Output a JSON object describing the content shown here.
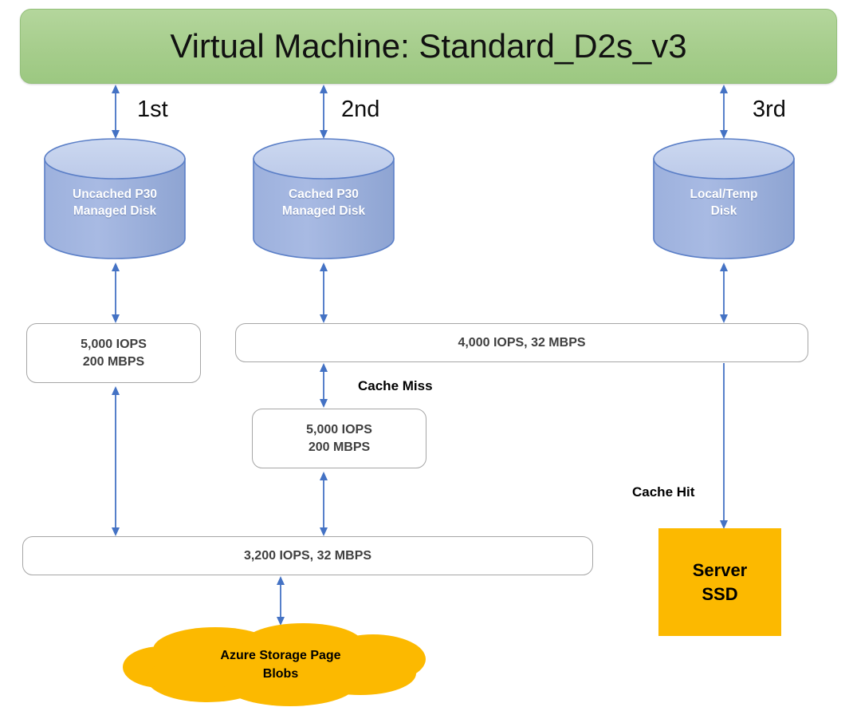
{
  "diagram": {
    "title": "Virtual Machine: Standard_D2s_v3",
    "accent_green": "#a6cd8c",
    "accent_blue": "#8faadc",
    "accent_orange": "#fcb900",
    "arrow_color": "#4472c4",
    "box_border": "#a6a6a6"
  },
  "vm": {
    "label": "Virtual Machine: Standard_D2s_v3"
  },
  "ordinals": [
    {
      "label": "1st"
    },
    {
      "label": "2nd"
    },
    {
      "label": "3rd"
    }
  ],
  "disks": [
    {
      "line1": "Uncached P30",
      "line2": "Managed Disk"
    },
    {
      "line1": "Cached P30",
      "line2": "Managed Disk"
    },
    {
      "line1": "Local/Temp",
      "line2": "Disk"
    }
  ],
  "metrics": {
    "uncached_disk_limit": {
      "line1": "5,000 IOPS",
      "line2": "200 MBPS"
    },
    "vm_cached_limit": {
      "line1": "4,000 IOPS, 32 MBPS"
    },
    "cached_disk_limit": {
      "line1": "5,000 IOPS",
      "line2": "200 MBPS"
    },
    "vm_uncached_limit": {
      "line1": "3,200 IOPS, 32 MBPS"
    }
  },
  "cache_labels": {
    "miss": "Cache Miss",
    "hit": "Cache Hit"
  },
  "server_ssd": {
    "line1": "Server",
    "line2": "SSD"
  },
  "storage_cloud": {
    "line1": "Azure Storage Page",
    "line2": "Blobs"
  }
}
